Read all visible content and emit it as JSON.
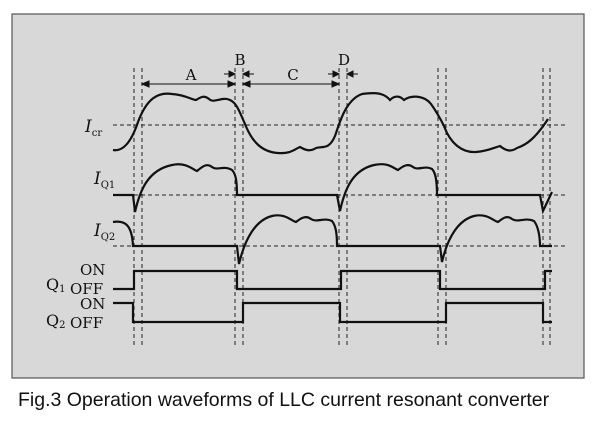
{
  "figure": {
    "panel_background": "#d8d8d8",
    "phase_labels": [
      "A",
      "B",
      "C",
      "D"
    ],
    "signals": {
      "icr": {
        "main": "I",
        "sub": "cr"
      },
      "iq1": {
        "main": "I",
        "sub": "Q1"
      },
      "iq2": {
        "main": "I",
        "sub": "Q2"
      },
      "q1": {
        "name": "Q",
        "sub": "1",
        "on": "ON",
        "off": "OFF"
      },
      "q2": {
        "name": "Q",
        "sub": "2",
        "on": "ON",
        "off": "OFF"
      }
    }
  },
  "caption": "Fig.3  Operation waveforms of LLC current resonant converter"
}
